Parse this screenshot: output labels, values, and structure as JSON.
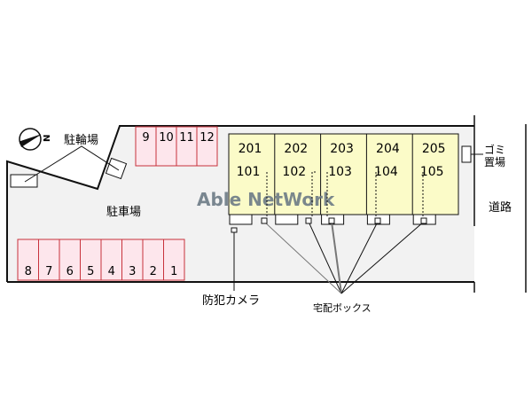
{
  "colors": {
    "lot_fill": "#f2f2f2",
    "parking_fill": "#fde6ec",
    "parking_stroke": "#c8323c",
    "building_fill": "#fbfbc8",
    "watermark": "#6d7b86"
  },
  "labels": {
    "bicycle_parking": "駐輪場",
    "car_parking": "駐車場",
    "garbage": [
      "ゴミ",
      "置場"
    ],
    "road": "道路",
    "camera": "防犯カメラ",
    "delivery_box": "宅配ボックス",
    "compass": "N"
  },
  "watermark": "Able NetWork",
  "parking_top": [
    "9",
    "10",
    "11",
    "12"
  ],
  "parking_bottom": [
    "8",
    "7",
    "6",
    "5",
    "4",
    "3",
    "2",
    "1"
  ],
  "units_upper": [
    "201",
    "202",
    "203",
    "204",
    "205"
  ],
  "units_lower": [
    "101",
    "102",
    "103",
    "104",
    "105"
  ]
}
